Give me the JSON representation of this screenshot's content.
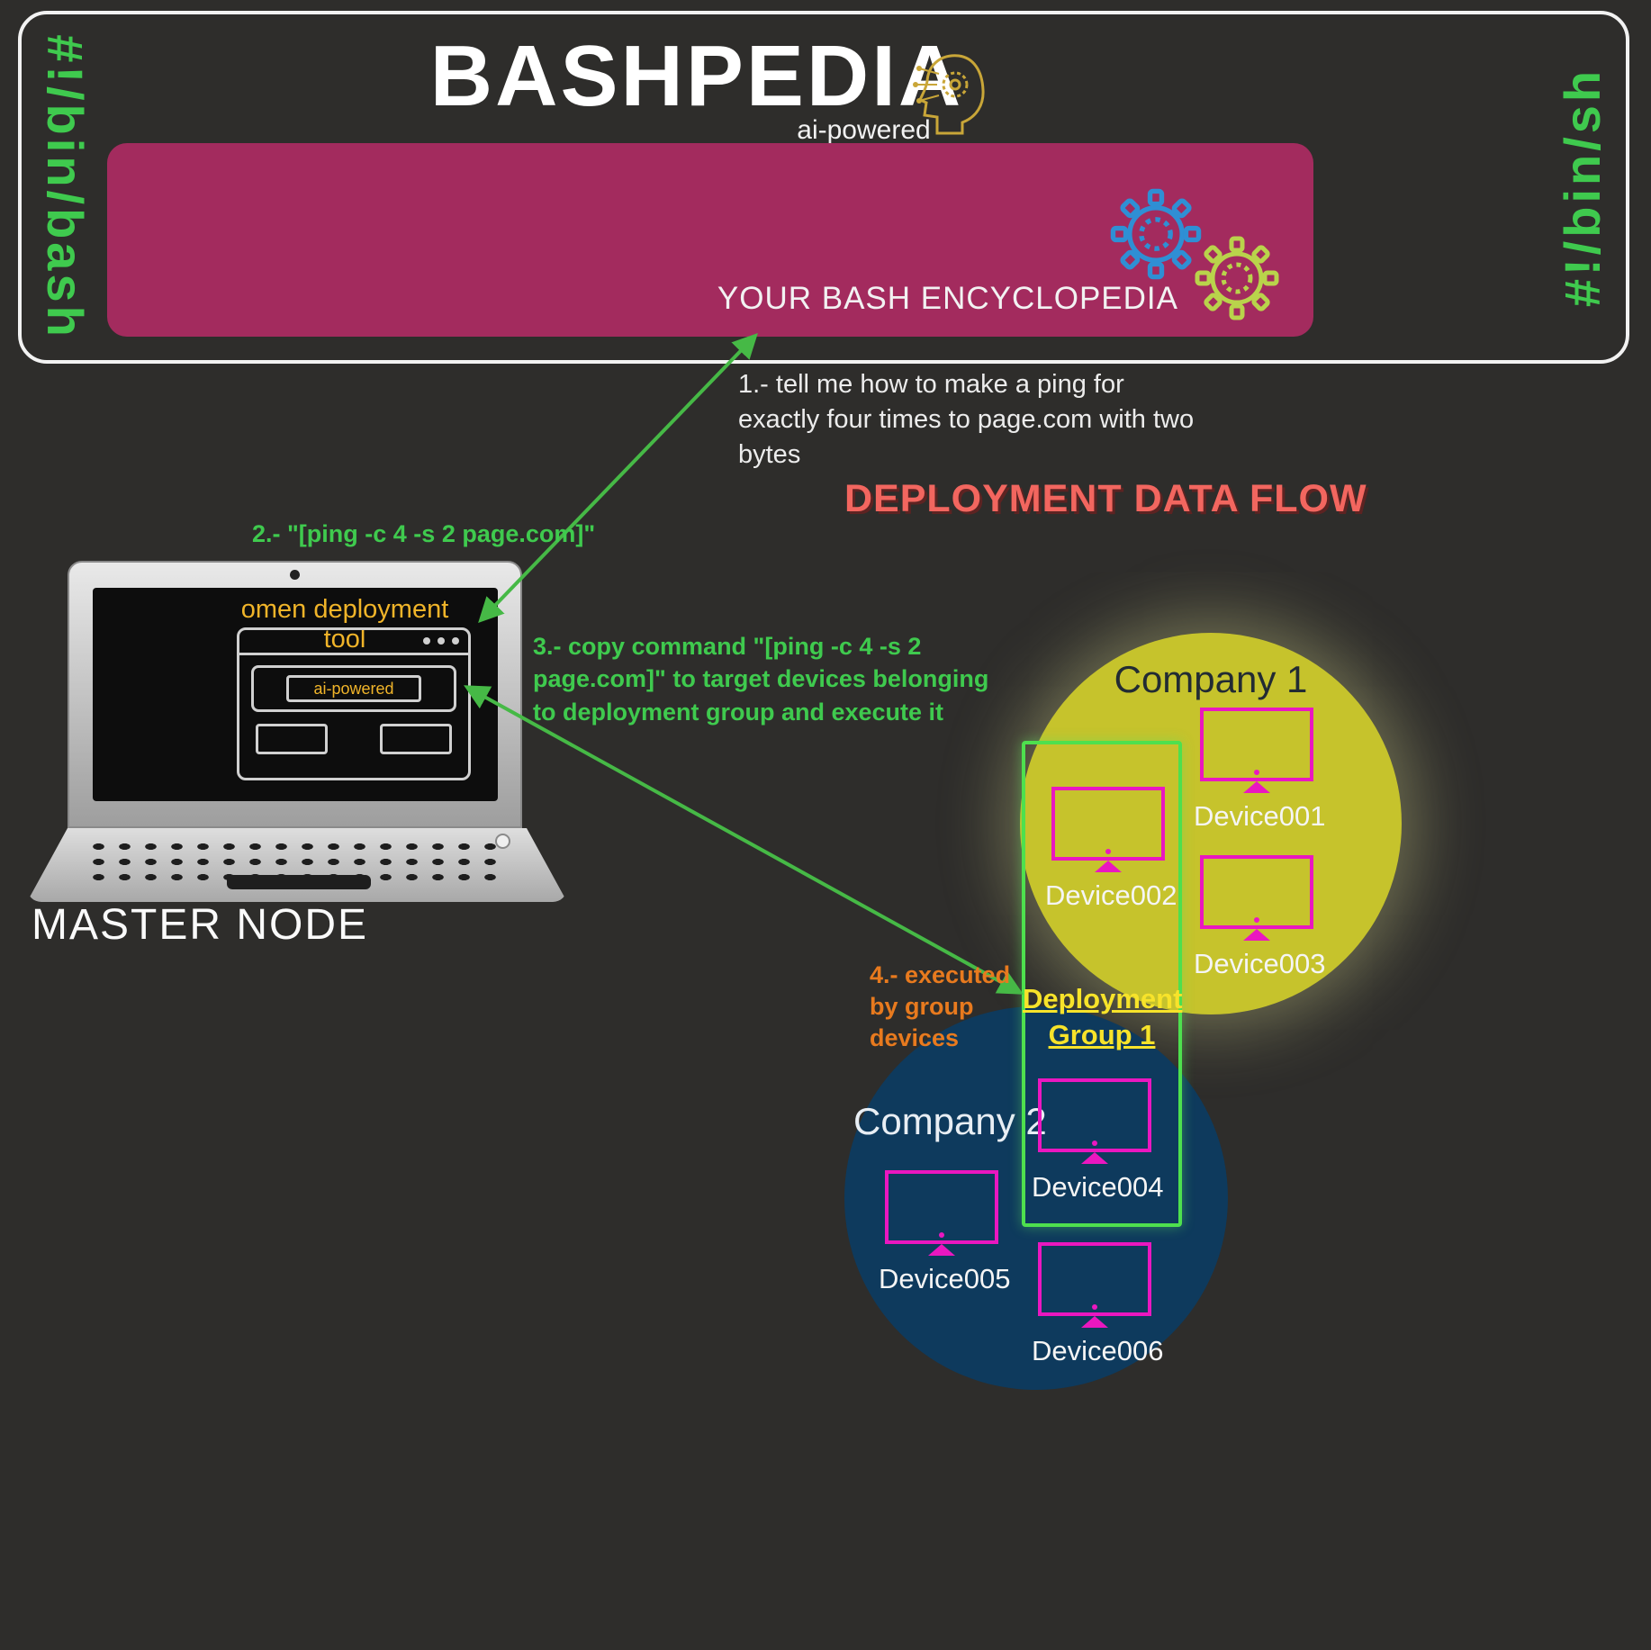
{
  "header": {
    "title": "BASHPEDIA",
    "subtitle": "ai-powered",
    "tagline": "YOUR BASH ENCYCLOPEDIA",
    "shebang_left": "#!/bin/bash",
    "shebang_right": "#!/bin/sh"
  },
  "flow_title": "DEPLOYMENT DATA FLOW",
  "steps": {
    "step1": "1.- tell me how to make a ping for exactly four times to page.com with two bytes",
    "step2": "2.- \"[ping -c 4 -s 2 page.com]\"",
    "step3": "3.- copy command \"[ping -c 4 -s 2 page.com]\" to target devices belonging to deployment group and execute it",
    "step4": "4.- executed by group devices"
  },
  "master_node": {
    "label": "MASTER NODE",
    "screen_title": "omen deployment tool",
    "app_badge": "ai-powered"
  },
  "companies": [
    {
      "name": "Company 1",
      "devices": [
        "Device001",
        "Device002",
        "Device003"
      ]
    },
    {
      "name": "Company 2",
      "devices": [
        "Device004",
        "Device005",
        "Device006"
      ]
    }
  ],
  "deployment_group": {
    "line1": "Deployment",
    "line2": "Group 1"
  },
  "icons": {
    "ai_head": "ai-head-icon",
    "gear_blue": "gear-icon",
    "gear_green": "gear-icon",
    "monitor": "monitor-icon"
  },
  "colors": {
    "background": "#2e2d2b",
    "accent_green": "#3fca4e",
    "banner_magenta": "#a32b5e",
    "flow_title_red": "#f2665f",
    "device_magenta": "#ea17c0",
    "company1_yellow": "#c6c32c",
    "company2_blue": "#0e3a5d",
    "group_green": "#4ee04e",
    "step4_orange": "#e87a1e",
    "yellow_label": "#f0b429",
    "arrow_green": "#46b946"
  }
}
